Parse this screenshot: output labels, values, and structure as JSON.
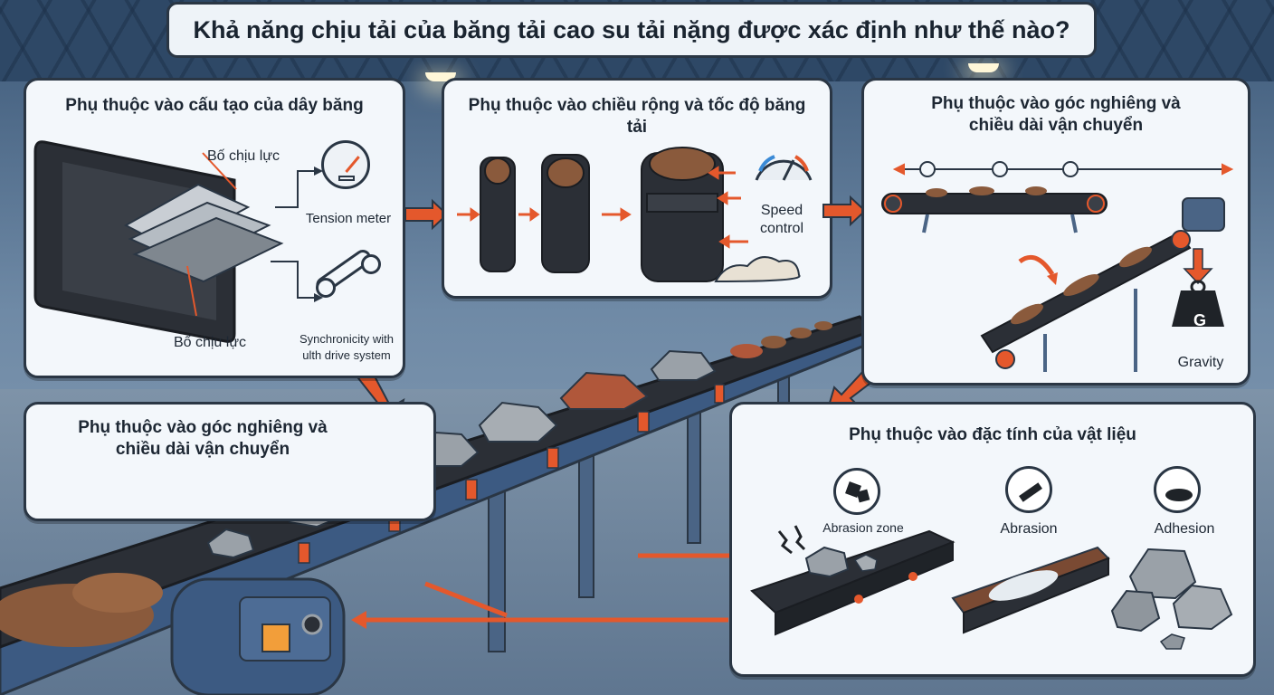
{
  "title": "Khả năng chịu tải của băng tải cao su tải nặng được xác định như thế nào?",
  "panels": {
    "structure": {
      "title": "Phụ thuộc vào cấu tạo của dây băng",
      "label_top": "Bố chịu lực",
      "label_bottom": "Bố chịu lực",
      "tension_meter": "Tension meter",
      "sync_line1": "Synchronicity with",
      "sync_line2": "ulth drive system"
    },
    "width_speed": {
      "title_line1": "Phụ thuộc vào chiều rộng và tốc độ băng",
      "title_line2": "tải",
      "speed_line1": "Speed",
      "speed_line2": "control"
    },
    "incline_top": {
      "title_line1": "Phụ thuộc vào góc nghiêng và",
      "title_line2": "chiều dài vận chuyển",
      "gravity": "Gravity",
      "weight_letter": "G"
    },
    "incline_left": {
      "title_line1": "Phụ thuộc vào góc nghiêng và",
      "title_line2": "chiều dài vận chuyển"
    },
    "material": {
      "title": "Phụ thuộc vào đặc tính của vật liệu",
      "abrasion_zone": "Abrasion zone",
      "abrasion": "Abrasion",
      "adhesion": "Adhesion"
    }
  },
  "colors": {
    "accent": "#e4582c",
    "panel_bg": "#f3f7fb",
    "outline": "#2a3644",
    "belt": "#2b2f36",
    "ore_brown": "#8a5a3c",
    "ore_red": "#b0573a",
    "rock_gray": "#9aa1a8"
  }
}
